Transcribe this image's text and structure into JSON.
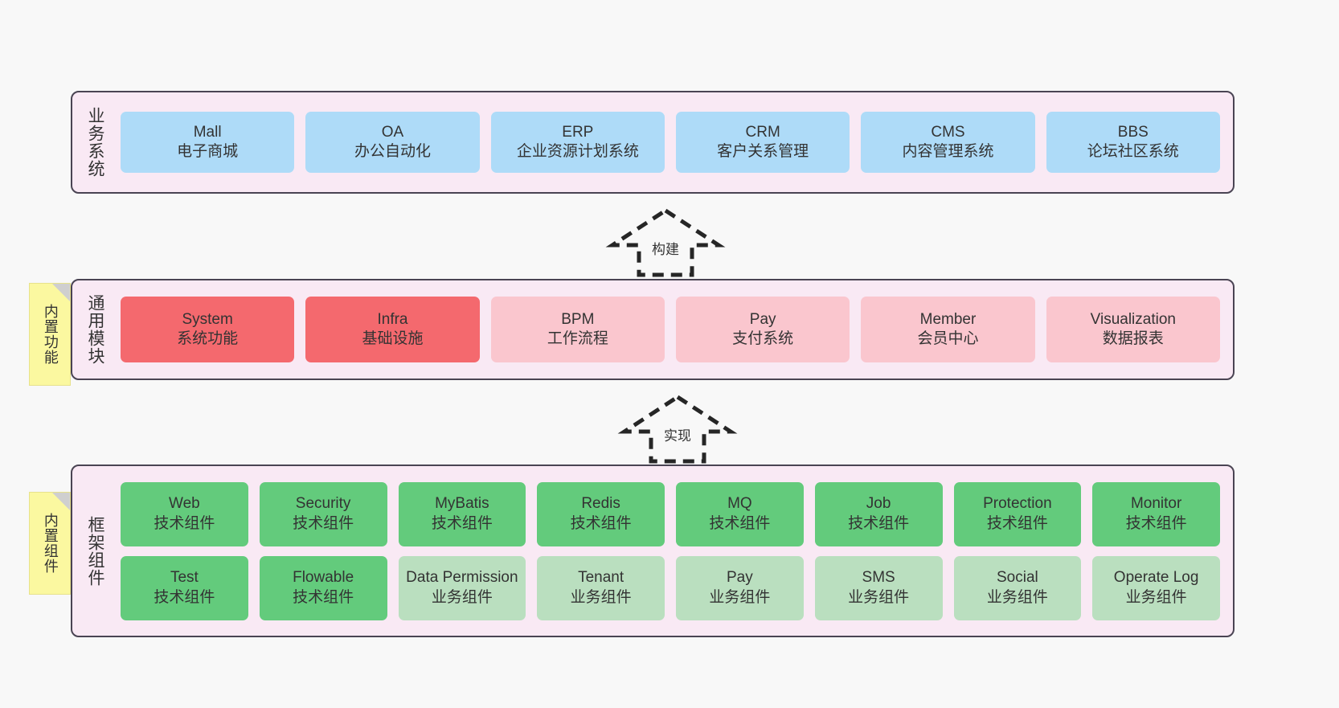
{
  "diagram": {
    "background_color": "#f8f8f8",
    "panel_color": "#f9e8f4",
    "panel_border_color": "#4a4453",
    "note_color": "#fbf8a0"
  },
  "notes": [
    {
      "label": "内置功能",
      "name": "note-builtin-functions"
    },
    {
      "label": "内置组件",
      "name": "note-builtin-components"
    }
  ],
  "connectors": [
    {
      "label": "构建",
      "name": "connector-build",
      "from": "通用模块",
      "to": "业务系统"
    },
    {
      "label": "实现",
      "name": "connector-implement",
      "from": "框架组件",
      "to": "通用模块"
    }
  ],
  "layers": [
    {
      "id": "business",
      "title": "业务系统",
      "color": "#aedbf8",
      "rows": [
        [
          {
            "en": "Mall",
            "cn": "电子商城",
            "style": "blue"
          },
          {
            "en": "OA",
            "cn": "办公自动化",
            "style": "blue"
          },
          {
            "en": "ERP",
            "cn": "企业资源计划系统",
            "style": "blue"
          },
          {
            "en": "CRM",
            "cn": "客户关系管理",
            "style": "blue"
          },
          {
            "en": "CMS",
            "cn": "内容管理系统",
            "style": "blue"
          },
          {
            "en": "BBS",
            "cn": "论坛社区系统",
            "style": "blue"
          }
        ]
      ]
    },
    {
      "id": "modules",
      "title": "通用模块",
      "color": "#f4696e",
      "rows": [
        [
          {
            "en": "System",
            "cn": "系统功能",
            "style": "red"
          },
          {
            "en": "Infra",
            "cn": "基础设施",
            "style": "red"
          },
          {
            "en": "BPM",
            "cn": "工作流程",
            "style": "pink"
          },
          {
            "en": "Pay",
            "cn": "支付系统",
            "style": "pink"
          },
          {
            "en": "Member",
            "cn": "会员中心",
            "style": "pink"
          },
          {
            "en": "Visualization",
            "cn": "数据报表",
            "style": "pink"
          }
        ]
      ]
    },
    {
      "id": "frame",
      "title": "框架组件",
      "color": "#63cb7c",
      "rows": [
        [
          {
            "en": "Web",
            "cn": "技术组件",
            "style": "green"
          },
          {
            "en": "Security",
            "cn": "技术组件",
            "style": "green"
          },
          {
            "en": "MyBatis",
            "cn": "技术组件",
            "style": "green"
          },
          {
            "en": "Redis",
            "cn": "技术组件",
            "style": "green"
          },
          {
            "en": "MQ",
            "cn": "技术组件",
            "style": "green"
          },
          {
            "en": "Job",
            "cn": "技术组件",
            "style": "green"
          },
          {
            "en": "Protection",
            "cn": "技术组件",
            "style": "green"
          },
          {
            "en": "Monitor",
            "cn": "技术组件",
            "style": "green"
          }
        ],
        [
          {
            "en": "Test",
            "cn": "技术组件",
            "style": "green"
          },
          {
            "en": "Flowable",
            "cn": "技术组件",
            "style": "green"
          },
          {
            "en": "Data Permission",
            "cn": "业务组件",
            "style": "lightgreen"
          },
          {
            "en": "Tenant",
            "cn": "业务组件",
            "style": "lightgreen"
          },
          {
            "en": "Pay",
            "cn": "业务组件",
            "style": "lightgreen"
          },
          {
            "en": "SMS",
            "cn": "业务组件",
            "style": "lightgreen"
          },
          {
            "en": "Social",
            "cn": "业务组件",
            "style": "lightgreen"
          },
          {
            "en": "Operate Log",
            "cn": "业务组件",
            "style": "lightgreen"
          }
        ]
      ]
    }
  ]
}
